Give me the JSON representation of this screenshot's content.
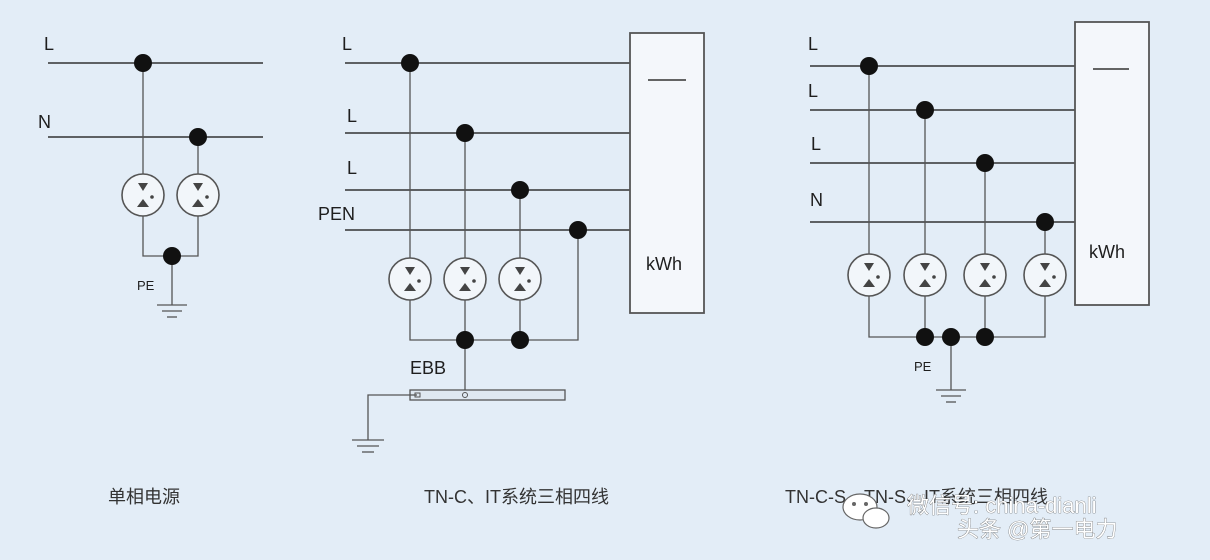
{
  "diagrams": {
    "single": {
      "line_labels": [
        "L",
        "N"
      ],
      "pe_label": "PE",
      "caption": "单相电源"
    },
    "tnc": {
      "line_labels": [
        "L",
        "L",
        "L",
        "PEN"
      ],
      "bus_label": "EBB",
      "meter_label": "kWh",
      "caption": "TN-C、IT系统三相四线"
    },
    "tns": {
      "line_labels": [
        "L",
        "L",
        "L",
        "N"
      ],
      "pe_label": "PE",
      "meter_label": "kWh",
      "caption": "TN-C-S、TN-S、IT系统三相四线"
    }
  },
  "watermark": {
    "wechat": "微信号: china-dianli",
    "toutiao": "头条 @第一电力"
  },
  "colors": {
    "background": "#e3edf7",
    "line": "#333333",
    "node": "#111111"
  }
}
